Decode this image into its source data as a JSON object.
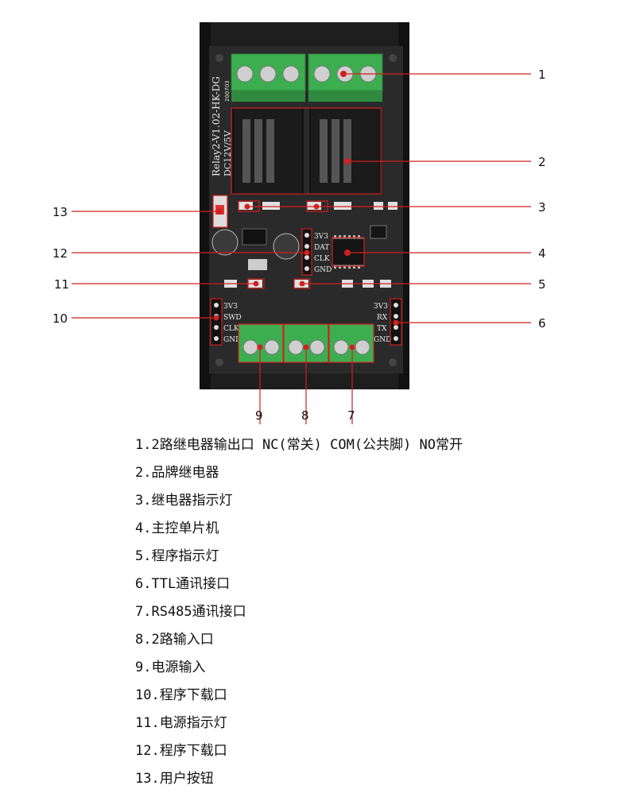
{
  "board": {
    "silkscreen_model": "Relay2-V1.02-HK-DG",
    "silkscreen_date": "200703",
    "silkscreen_voltage": "DC12V/5V",
    "header_swd": [
      "3V3",
      "SWD",
      "CLK",
      "GND"
    ],
    "header_dat": [
      "3V3",
      "DAT",
      "CLK",
      "GND"
    ],
    "header_ttl": [
      "3V3",
      "RX",
      "TX",
      "GND"
    ]
  },
  "callouts": [
    "1",
    "2",
    "3",
    "4",
    "5",
    "6",
    "7",
    "8",
    "9",
    "10",
    "11",
    "12",
    "13"
  ],
  "legend": [
    "1.2路继电器输出口 NC(常关) COM(公共脚) NO常开",
    "2.品牌继电器",
    "3.继电器指示灯",
    "4.主控单片机",
    "5.程序指示灯",
    "6.TTL通讯接口",
    "7.RS485通讯接口",
    "8.2路输入口",
    "9.电源输入",
    "10.程序下载口",
    "11.电源指示灯",
    "12.程序下载口",
    "13.用户按钮"
  ]
}
